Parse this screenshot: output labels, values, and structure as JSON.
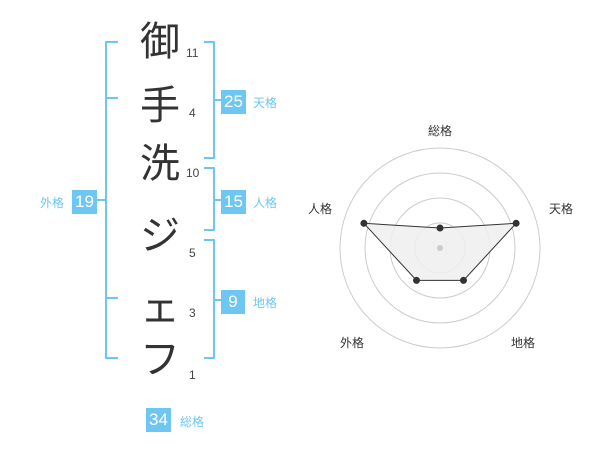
{
  "name": {
    "characters": [
      {
        "char": "御",
        "strokes": "11"
      },
      {
        "char": "手",
        "strokes": "4"
      },
      {
        "char": "洗",
        "strokes": "10"
      },
      {
        "char": "ジ",
        "strokes": "5"
      },
      {
        "char": "ェ",
        "strokes": "3"
      },
      {
        "char": "フ",
        "strokes": "1"
      }
    ]
  },
  "fortune": {
    "tenkaku": {
      "label": "天格",
      "value": "25"
    },
    "jinkaku": {
      "label": "人格",
      "value": "15"
    },
    "chikaku": {
      "label": "地格",
      "value": "9"
    },
    "gaikaku": {
      "label": "外格",
      "value": "19"
    },
    "soukaku": {
      "label": "総格",
      "value": "34"
    }
  },
  "colors": {
    "accent": "#6ec6f2",
    "text": "#333333",
    "grid": "#cccccc",
    "fill": "#eeeeee"
  },
  "chart_data": {
    "type": "radar",
    "axes": [
      "総格",
      "天格",
      "地格",
      "外格",
      "人格"
    ],
    "values": [
      1,
      4,
      2,
      2,
      4
    ],
    "max": 5,
    "rings": 4
  }
}
